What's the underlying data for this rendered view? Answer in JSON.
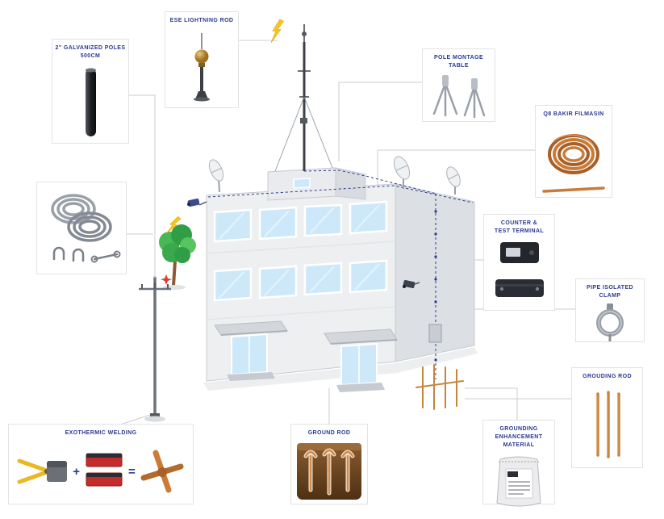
{
  "diagram": {
    "accent_color": "#2b3990",
    "connector_color": "#cdcdcd"
  },
  "components": {
    "galvanized_poles": {
      "label_line1": "2\" GALVANIZED POLES",
      "label_line2": "500CM"
    },
    "ese_lightning_rod": {
      "label": "ESE LIGHTNING ROD"
    },
    "pole_montage_table": {
      "label": "POLE MONTAGE TABLE"
    },
    "q8_bakir_filmasin": {
      "label": "Q8 BAKIR FILMASIN"
    },
    "counter_test_terminal": {
      "label_line1": "COUNTER &",
      "label_line2": "TEST TERMINAL"
    },
    "pipe_isolated_clamp": {
      "label": "PIPE ISOLATED CLAMP"
    },
    "grounding_rod_right": {
      "label": "GROUDING ROD"
    },
    "grounding_enhancement": {
      "label_line1": "GROUNDING",
      "label_line2": "ENHANCEMENT MATERIAL"
    },
    "ground_rod": {
      "label": "GROUND ROD"
    },
    "exothermic_welding": {
      "label": "EXOTHERMIC WELDING",
      "plus": "+",
      "equals": "="
    }
  }
}
